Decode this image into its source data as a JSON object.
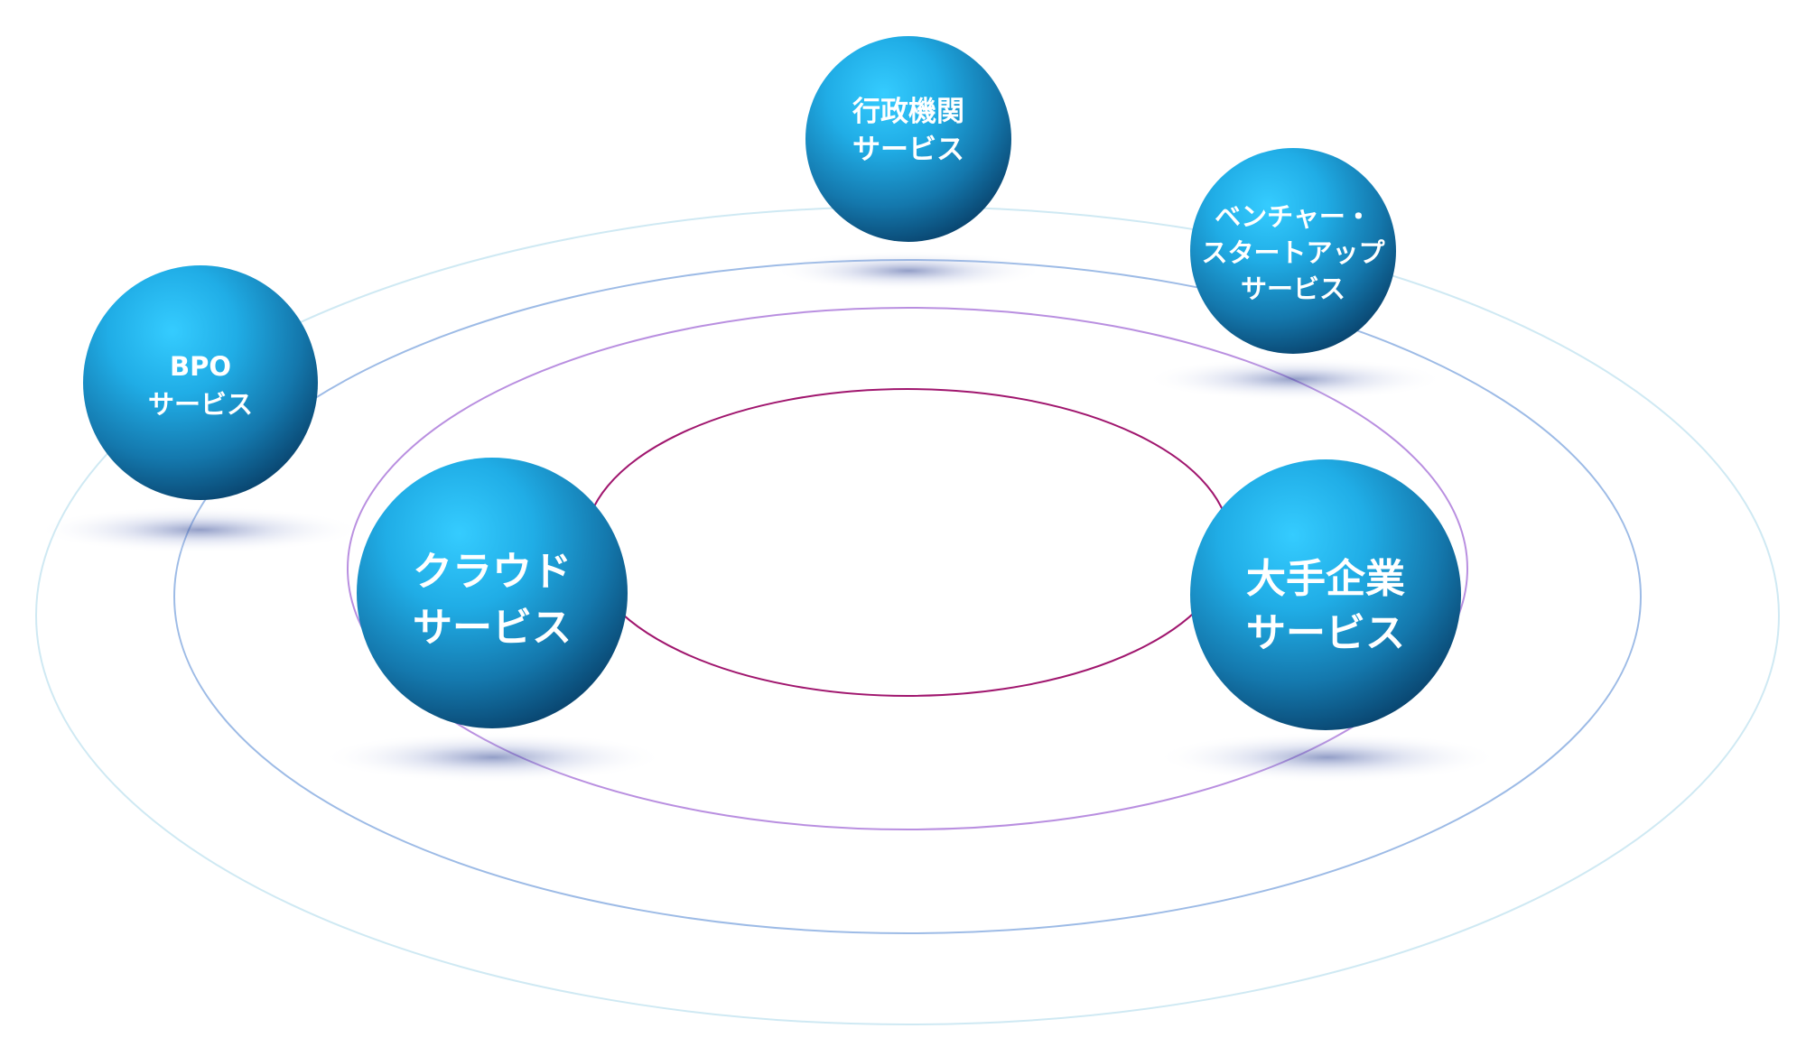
{
  "colors": {
    "ring_outer": "#cfe9f3",
    "ring_second": "#9dbbe6",
    "ring_third": "#b98fe0",
    "ring_inner": "#a0166e",
    "sphere_highlight": "#2fc8ff",
    "sphere_mid": "#1592cc",
    "sphere_dark": "#0a4f7e",
    "label": "#ffffff"
  },
  "spheres": [
    {
      "id": "bpo",
      "lines": [
        "BPO",
        "サービス"
      ],
      "icon": "sphere"
    },
    {
      "id": "gov",
      "lines": [
        "行政機関",
        "サービス"
      ],
      "icon": "sphere"
    },
    {
      "id": "venture",
      "lines": [
        "ベンチャー・",
        "スタートアップ",
        "サービス"
      ],
      "icon": "sphere"
    },
    {
      "id": "cloud",
      "lines": [
        "クラウド",
        "サービス"
      ],
      "icon": "sphere"
    },
    {
      "id": "enterprise",
      "lines": [
        "大手企業",
        "サービス"
      ],
      "icon": "sphere"
    }
  ]
}
